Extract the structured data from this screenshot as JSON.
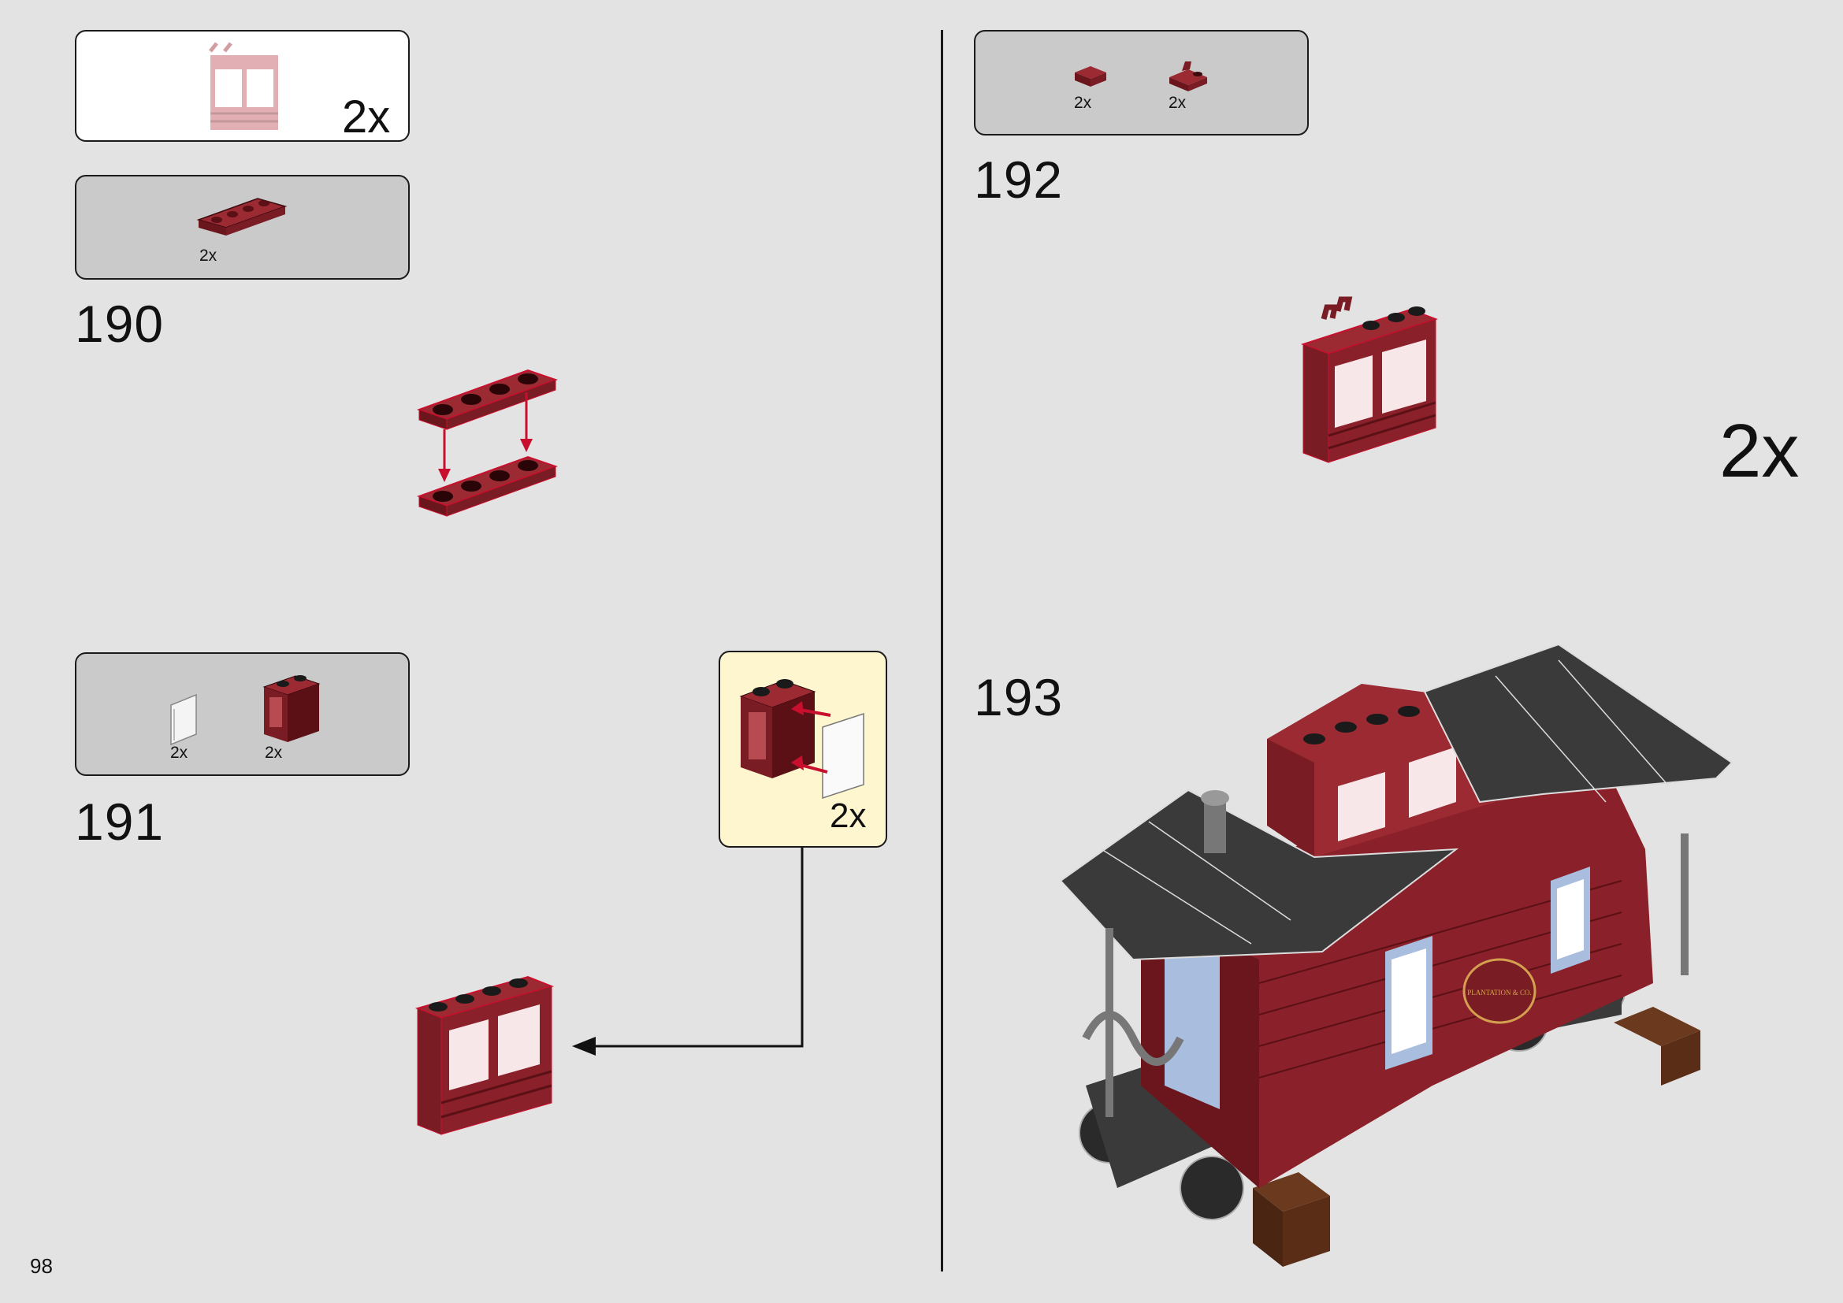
{
  "page_number": "98",
  "colors": {
    "background": "#e3e3e3",
    "dark_red": "#7a1c24",
    "dark_red_light": "#9c2a33",
    "roof_black": "#3a3a3a",
    "callout_yellow": "#fdf6cf",
    "arrow_red": "#c8102e"
  },
  "top_left_callout": {
    "quantity": "2x"
  },
  "step190": {
    "number": "190",
    "parts": [
      {
        "name": "plate-1x4-dark-red",
        "quantity": "2x"
      }
    ]
  },
  "step191": {
    "number": "191",
    "parts": [
      {
        "name": "window-glass-clear",
        "quantity": "2x"
      },
      {
        "name": "window-frame-dark-red",
        "quantity": "2x"
      }
    ],
    "sub_callout": {
      "quantity": "2x"
    }
  },
  "step192": {
    "number": "192",
    "parts": [
      {
        "name": "tile-1x1-dark-red",
        "quantity": "2x"
      },
      {
        "name": "plate-clip-dark-red",
        "quantity": "2x"
      }
    ],
    "quantity": "2x"
  },
  "step193": {
    "number": "193",
    "logo_text": "PLANTATION & CO."
  }
}
